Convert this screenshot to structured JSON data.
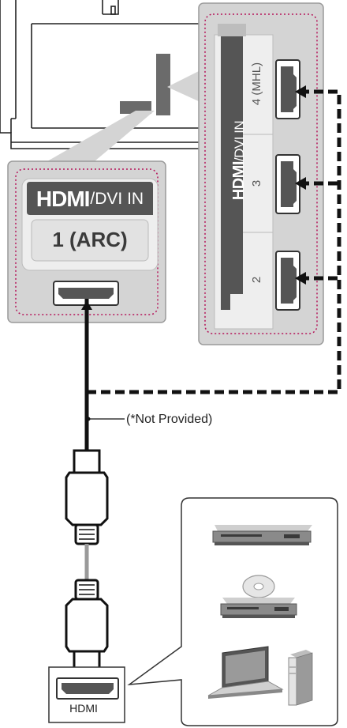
{
  "tv_port_label": {
    "brand": "HDMI",
    "suffix": "/DVI IN",
    "port": "1 (ARC)"
  },
  "side_panel": {
    "brand": "HDMI",
    "suffix": "/DVI IN",
    "ports": [
      "4 (MHL)",
      "3",
      "2"
    ]
  },
  "cable_note": "(*Not Provided)",
  "device_port_label": "HDMI",
  "devices": [
    "dvd-player",
    "disc-player",
    "laptop",
    "desktop-tower"
  ],
  "colors": {
    "panel_gray": "#d4d4d4",
    "dark_label": "#555555",
    "dotted_outline": "#b5155a",
    "cable": "#111111"
  }
}
